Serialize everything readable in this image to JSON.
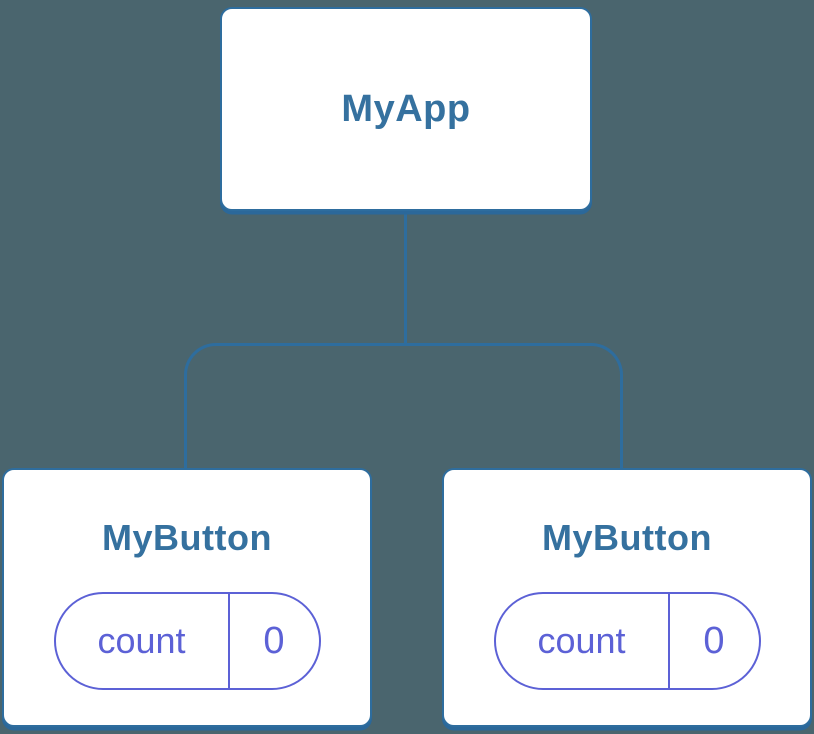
{
  "diagram": {
    "root": {
      "label": "MyApp"
    },
    "children": [
      {
        "label": "MyButton",
        "state": {
          "key": "count",
          "value": "0"
        }
      },
      {
        "label": "MyButton",
        "state": {
          "key": "count",
          "value": "0"
        }
      }
    ],
    "colors": {
      "background": "#4a656e",
      "stroke_blue": "#2e6d9e",
      "shadow_blue": "#2b689a",
      "label_blue": "#35719f",
      "state_purple": "#5c61d6",
      "node_fill": "#ffffff"
    }
  }
}
